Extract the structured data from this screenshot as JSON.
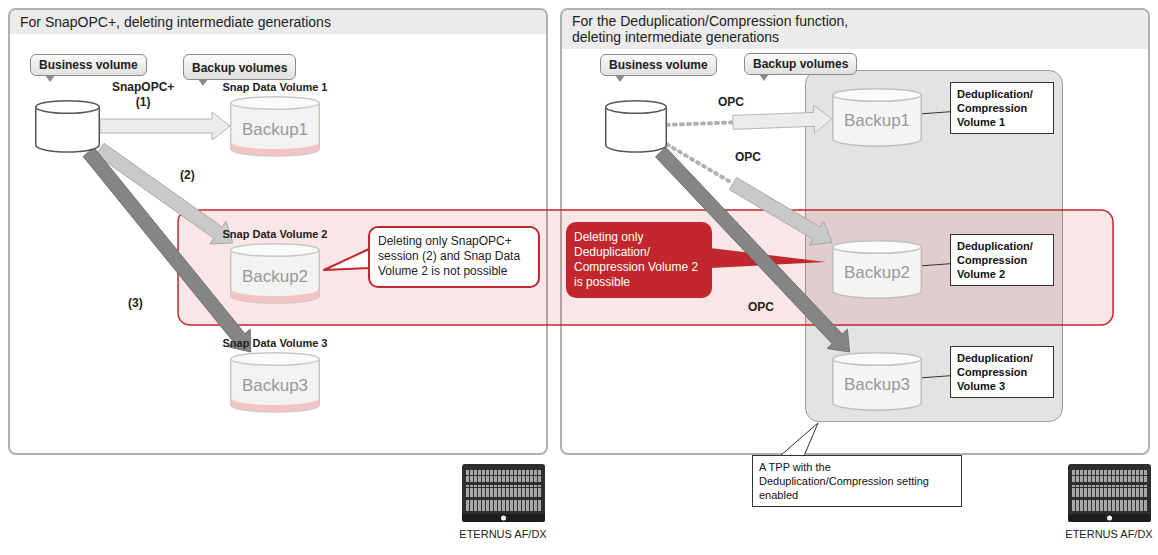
{
  "diagram": {
    "nodes": [
      {
        "text": [
          "For SnapOPC+, deleting intermediate generations"
        ]
      },
      {
        "text": [
          "Business volume"
        ],
        "in": 0
      },
      {
        "text": [
          "Backup volumes"
        ],
        "in": 0
      },
      {
        "text": [
          "Snap Data Volume 1",
          "Backup1"
        ],
        "in": 0
      },
      {
        "text": [
          "Snap Data Volume 2",
          "Backup2"
        ],
        "in": 0
      },
      {
        "text": [
          "Snap Data Volume 3",
          "Backup3"
        ],
        "in": 0
      },
      {
        "text": [
          "Deleting only SnapOPC+ session (2) and Snap Data Volume 2 is not possible"
        ],
        "in": 0
      },
      {
        "text": [
          "For the Deduplication/Compression function, deleting intermediate generations"
        ]
      },
      {
        "text": [
          "Business volume"
        ],
        "in": 7
      },
      {
        "text": [
          "Backup volumes"
        ],
        "in": 7
      },
      {
        "text": [
          "Backup1"
        ],
        "in": 9
      },
      {
        "text": [
          "Backup2"
        ],
        "in": 9
      },
      {
        "text": [
          "Backup3"
        ],
        "in": 9
      },
      {
        "text": [
          "Deduplication/ Compression Volume 1"
        ],
        "in": 9
      },
      {
        "text": [
          "Deduplication/ Compression Volume 2"
        ],
        "in": 9
      },
      {
        "text": [
          "Deduplication/ Compression Volume 3"
        ],
        "in": 9
      },
      {
        "text": [
          "Deleting only Deduplication/ Compression Volume 2 is possible"
        ],
        "in": 7
      },
      {
        "text": [
          "A TPP with the Deduplication/Compression setting enabled"
        ]
      }
    ],
    "edges": [
      {
        "from": 1,
        "to": 3,
        "arrow": "to",
        "label": "SnapOPC+ (1)"
      },
      {
        "from": 1,
        "to": 4,
        "arrow": "to",
        "label": "(2)"
      },
      {
        "from": 1,
        "to": 5,
        "arrow": "to",
        "label": "(3)"
      },
      {
        "from": 8,
        "to": 10,
        "arrow": "to",
        "label": "OPC"
      },
      {
        "from": 8,
        "to": 11,
        "arrow": "to",
        "label": "OPC"
      },
      {
        "from": 8,
        "to": 12,
        "arrow": "to",
        "label": "OPC"
      },
      {
        "from": 13,
        "to": 10,
        "arrow": "none"
      },
      {
        "from": 14,
        "to": 11,
        "arrow": "none"
      },
      {
        "from": 15,
        "to": 12,
        "arrow": "none"
      }
    ],
    "labels": [
      "ETERNUS AF/DX",
      "ETERNUS AF/DX"
    ]
  }
}
